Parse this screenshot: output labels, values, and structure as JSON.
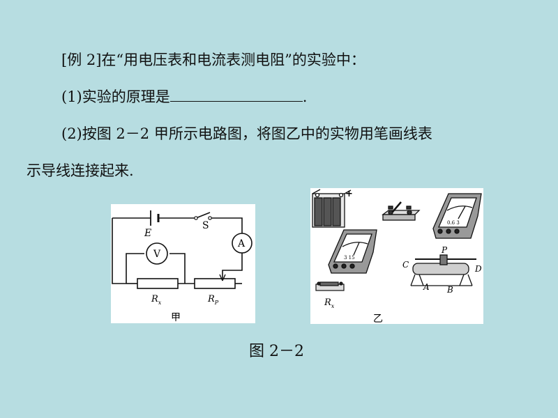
{
  "problem": {
    "example_label": "[例  2]在“用电压表和电流表测电阻”的实验中：",
    "q1_prefix": "(1)实验的原理是",
    "q1_suffix": ".",
    "q2_line1": "(2)按图 2－2 甲所示电路图，将图乙中的实物用笔画线表",
    "q2_line2": "示导线连接起来."
  },
  "circuit_diagram": {
    "battery_label": "E",
    "switch_label": "S",
    "ammeter_label": "A",
    "voltmeter_label": "V",
    "rx_label": "R",
    "rx_sub": "x",
    "rp_label": "R",
    "rp_sub": "P",
    "caption": "甲"
  },
  "apparatus": {
    "battery_plus": "+",
    "ammeter_scale": "0.6 3",
    "voltmeter_scale": "3 15",
    "rheostat_terminals": [
      "P",
      "C",
      "D",
      "A",
      "B"
    ],
    "rx_label": "R",
    "rx_sub": "x",
    "caption": "乙"
  },
  "figure_caption": "图  2－2"
}
